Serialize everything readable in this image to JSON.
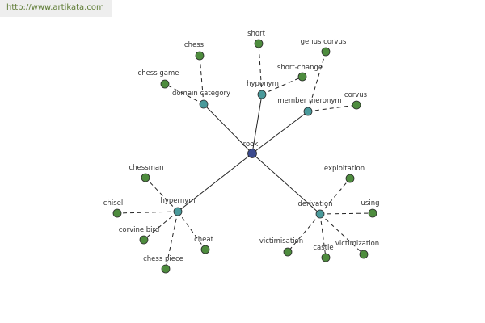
{
  "watermark": "http://www.artikata.com",
  "colors": {
    "center": "#3b4a8e",
    "relation": "#4a9a9b",
    "leaf": "#4e8c3e",
    "stroke": "#2a2a2a",
    "url": "#5d7b33"
  },
  "graph": {
    "center": {
      "id": "rook",
      "label": "rook"
    },
    "relations": [
      {
        "id": "domain-category",
        "label": "domain category",
        "leaves": [
          {
            "label": "chess"
          },
          {
            "label": "chess game"
          }
        ]
      },
      {
        "id": "hyponym",
        "label": "hyponym",
        "leaves": [
          {
            "label": "short"
          },
          {
            "label": "short-change"
          }
        ]
      },
      {
        "id": "member-meronym",
        "label": "member meronym",
        "leaves": [
          {
            "label": "genus corvus"
          },
          {
            "label": "corvus"
          }
        ]
      },
      {
        "id": "hypernym",
        "label": "hypernym",
        "leaves": [
          {
            "label": "chessman"
          },
          {
            "label": "chisel"
          },
          {
            "label": "corvine bird"
          },
          {
            "label": "chess piece"
          },
          {
            "label": "cheat"
          }
        ]
      },
      {
        "id": "derivation",
        "label": "derivation",
        "leaves": [
          {
            "label": "exploitation"
          },
          {
            "label": "using"
          },
          {
            "label": "victimisation"
          },
          {
            "label": "castle"
          },
          {
            "label": "victimization"
          }
        ]
      }
    ]
  }
}
